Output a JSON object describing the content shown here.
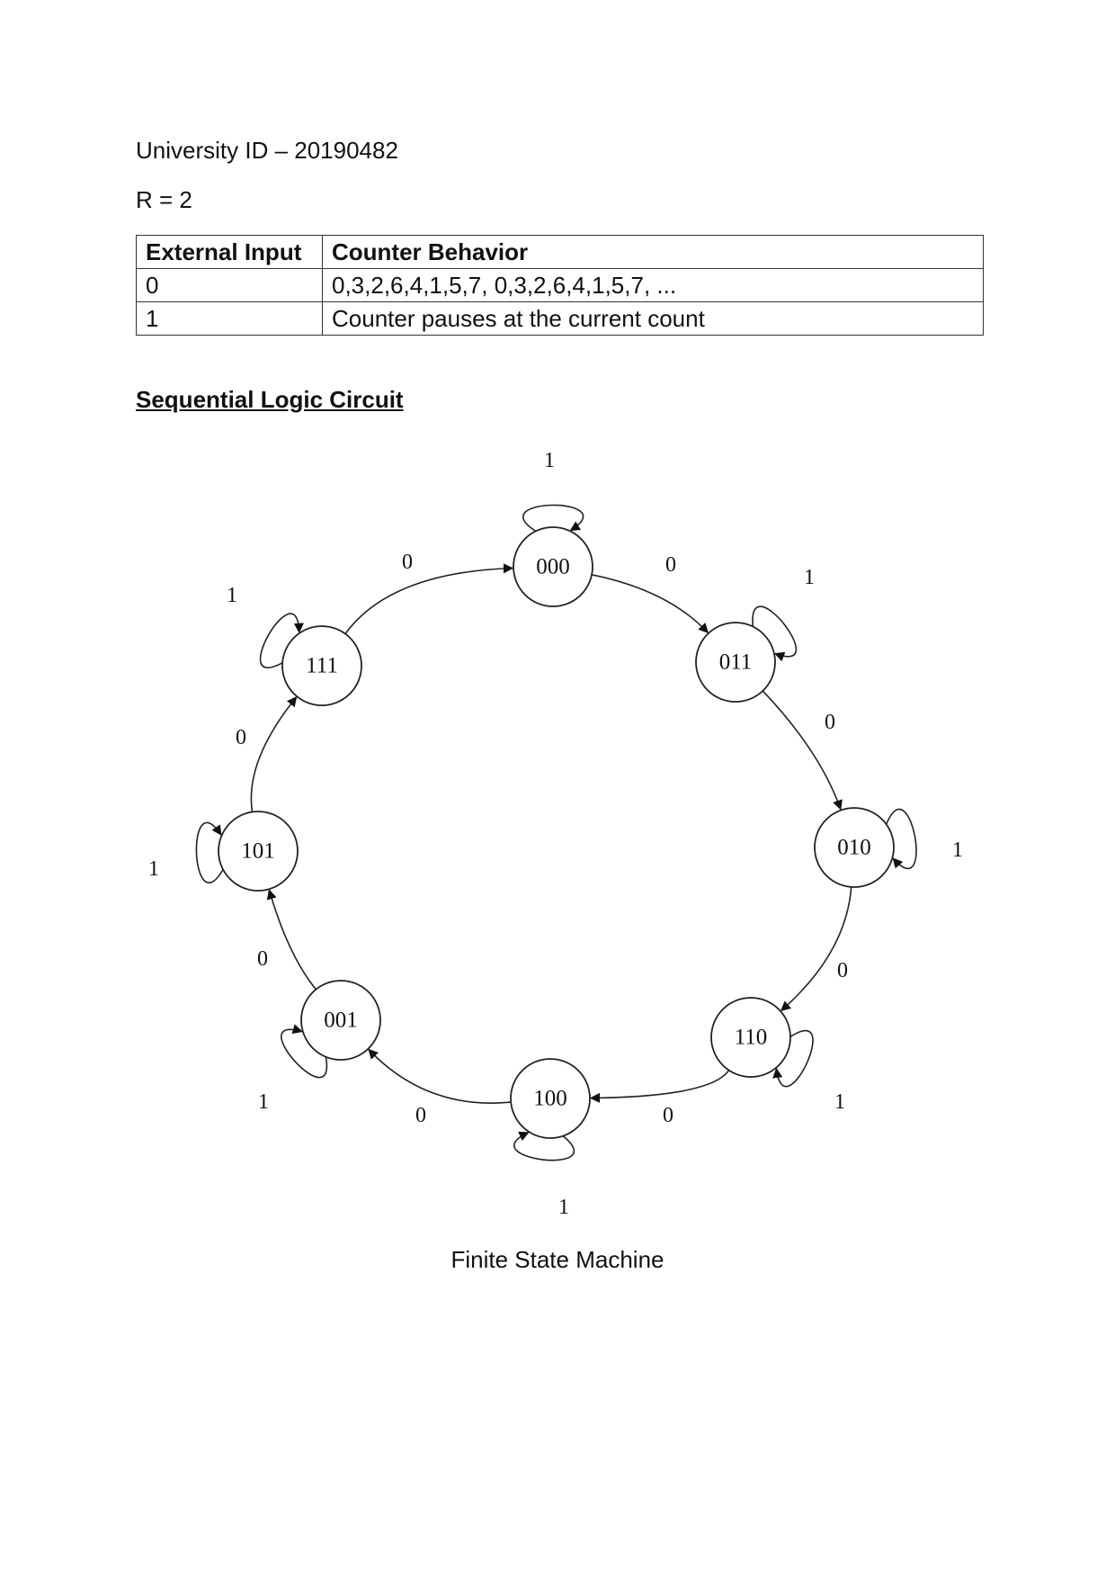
{
  "header": {
    "university_id": "University ID – 20190482",
    "r_value": "R = 2"
  },
  "table": {
    "headers": [
      "External Input",
      "Counter Behavior"
    ],
    "rows": [
      [
        "0",
        "0,3,2,6,4,1,5,7, 0,3,2,6,4,1,5,7, ..."
      ],
      [
        "1",
        "Counter pauses at the current count"
      ]
    ]
  },
  "section_heading": "Sequential Logic Circuit",
  "diagram": {
    "states": [
      "000",
      "011",
      "010",
      "110",
      "100",
      "001",
      "101",
      "111"
    ],
    "transition_label": "0",
    "self_loop_label": "1",
    "caption": "Finite State Machine"
  }
}
